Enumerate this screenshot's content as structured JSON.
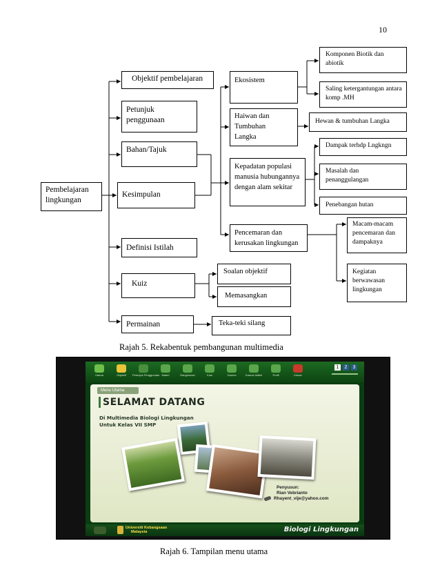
{
  "page_number": "10",
  "diagram": {
    "root": "Pembelajaran lingkungan",
    "level1": {
      "objektif": "Objektif pembelajaran",
      "petunjuk": "Petunjuk penggunaan",
      "bahan": "Bahan/Tajuk",
      "kesimpulan": "Kesimpulan",
      "definisi": "Definisi Istilah",
      "kuiz": "Kuiz",
      "permainan": "Permainan"
    },
    "topics": {
      "ekosistem": "Ekosistem",
      "haiwan": "Haiwan dan Tumbuhan Langka",
      "kepadatan": "Kepadatan populasi manusia hubungannya dengan alam sekitar",
      "pencemaran": "Pencemaran dan kerusakan lingkungan"
    },
    "leaves": {
      "komponen": "Komponen Biotik dan abiotik",
      "saling": "Saling ketergantungan antara komp .MH",
      "hewan": "Hewan & tumbuhan Langka",
      "dampak": "Dampak terhdp Lngkngn",
      "masalah": "Masalah dan penanggulangan",
      "penebangan": "Penebangan hutan",
      "macam": "Macam-macam pencemaran dan dampaknya",
      "kegiatan": "Kegiatan berwawasan lingkungan"
    },
    "kuiz_items": {
      "soalan": "Soalan objektif",
      "memasangkan": "Memasangkan"
    },
    "permainan_items": {
      "teka": "Teka-teki silang"
    }
  },
  "captions": {
    "fig5": "Rajah 5. Rekabentuk pembangunan multimedia",
    "fig6": "Rajah 6. Tampilan menu utama"
  },
  "screenshot": {
    "menu_tab": "Menu Utama",
    "welcome": "SELAMAT DATANG",
    "subtitle1": "Di Multimedia Biologi Lingkungan",
    "subtitle2": "Untuk Kelas VII SMP",
    "author_label": "Penyusun:",
    "author_name": "Rian Vebrianto",
    "author_email": "Rhayent_vije@yahoo.com",
    "university_line1": "Universiti Kebangsaan",
    "university_line2": "Malaysia",
    "brand": "Biologi Lingkungan",
    "nav_items": [
      {
        "label": "Utama",
        "icon": "home-icon",
        "color": "#6fbf4a"
      },
      {
        "label": "Objektif",
        "icon": "star-icon",
        "color": "#e8c43a"
      },
      {
        "label": "Petunjuk Penggunaan",
        "icon": "book-icon",
        "color": "#4a8f3d"
      },
      {
        "label": "Materi",
        "icon": "document-icon",
        "color": "#5aa64a"
      },
      {
        "label": "Rangkuman",
        "icon": "list-icon",
        "color": "#5aa64a"
      },
      {
        "label": "Kuis",
        "icon": "question-icon",
        "color": "#5aa64a"
      },
      {
        "label": "Games",
        "icon": "gamepad-icon",
        "color": "#5aa64a"
      },
      {
        "label": "Kamus Istilah",
        "icon": "dictionary-icon",
        "color": "#5aa64a"
      },
      {
        "label": "Profil",
        "icon": "profile-icon",
        "color": "#5aa64a"
      },
      {
        "label": "Keluar",
        "icon": "close-icon",
        "color": "#c83a2a"
      }
    ],
    "page_buttons": [
      "1",
      "2",
      "3"
    ]
  }
}
